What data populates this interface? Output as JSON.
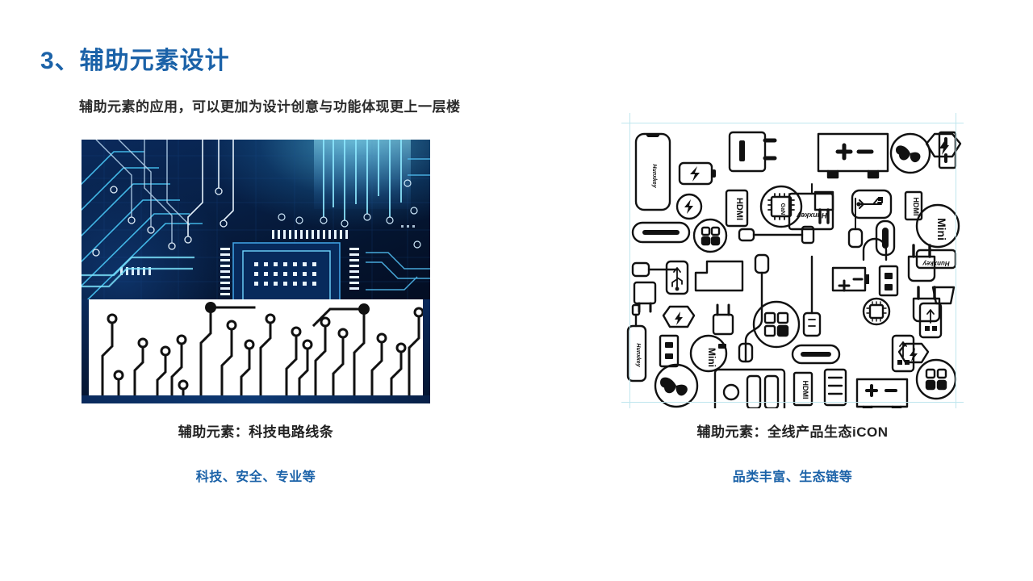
{
  "slide": {
    "title": "3、辅助元素设计",
    "subtitle": "辅助元素的应用，可以更加为设计创意与功能体现更上一层楼",
    "accent_color": "#1B62A8",
    "background_color": "#FFFFFF"
  },
  "figures": [
    {
      "id": "circuit-lines",
      "caption": "辅助元素：科技电路线条",
      "tagline": "科技、安全、专业等",
      "kind": "photo",
      "colors": {
        "board_dark": "#04142F",
        "board_blue": "#0A2A5C",
        "trace_cyan": "#4FD4FF",
        "trace_white": "#DCEBF7",
        "panel_white": "#FFFFFF",
        "trace_black": "#111111"
      }
    },
    {
      "id": "product-icons",
      "caption": "辅助元素：全线产品生态iCON",
      "tagline": "品类丰富、生态链等",
      "kind": "icon-sheet",
      "brand_text": "Hunxkey",
      "colors": {
        "stroke": "#111111",
        "guide": "#BFE6EE",
        "fill": "#FFFFFF"
      },
      "icon_labels": [
        "HDMI",
        "GaN",
        "Mini"
      ],
      "icon_names": [
        "smartphone-icon",
        "battery-bolt-icon",
        "wall-charger-icon",
        "power-station-icon",
        "bolt-circle-icon",
        "hdmi-port-icon",
        "gan-chip-icon",
        "two-prong-plug-icon",
        "usb-c-port-icon",
        "four-squares-circle-icon",
        "usb-c-cable-icon",
        "fan-circle-icon",
        "power-strip-icon",
        "usb-badge-icon",
        "hdmi-tag-icon",
        "bolt-shield-icon",
        "mini-circle-icon",
        "chip-circle-icon",
        "eu-plug-icon",
        "usb-a-connector-icon",
        "car-charger-icon",
        "aa-battery-icon",
        "magsafe-puck-icon",
        "cable-loop-icon",
        "lightning-cable-icon",
        "dual-port-charger-icon",
        "power-bank-icon",
        "socket-icon"
      ]
    }
  ]
}
